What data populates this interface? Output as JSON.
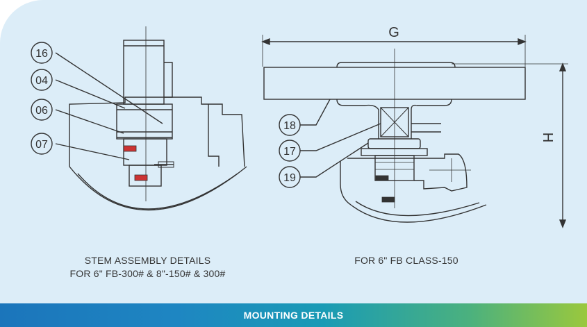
{
  "left_view": {
    "callouts": [
      "16",
      "04",
      "06",
      "07"
    ],
    "caption_line1": "STEM ASSEMBLY DETAILS",
    "caption_line2": "FOR 6\" FB-300# & 8\"-150# & 300#"
  },
  "right_view": {
    "callouts": [
      "18",
      "17",
      "19"
    ],
    "dim_width": "G",
    "dim_height": "H",
    "caption": "FOR 6\" FB CLASS-150"
  },
  "footer": {
    "title": "MOUNTING DETAILS"
  },
  "colors": {
    "panel_bg": "#dcedf8",
    "line": "#333333",
    "fastener": "#cc3333",
    "footer_start": "#1b75bb",
    "footer_end": "#9ac83d"
  }
}
